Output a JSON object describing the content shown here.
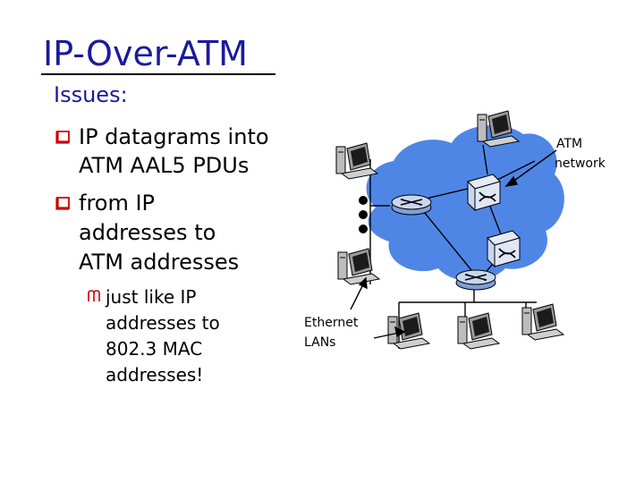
{
  "slide": {
    "title": "IP-Over-ATM",
    "issues_heading": "Issues:",
    "bullets": [
      {
        "lines": [
          "IP datagrams into",
          "ATM AAL5 PDUs"
        ]
      },
      {
        "lines": [
          "from IP",
          "addresses to",
          "ATM addresses"
        ]
      }
    ],
    "sub_bullet": {
      "lines": [
        "just like IP",
        "addresses to",
        "802.3 MAC",
        "addresses!"
      ]
    }
  },
  "diagram": {
    "atm_label_line1": "ATM",
    "atm_label_line2": "network",
    "ethernet_label_line1": "Ethernet",
    "ethernet_label_line2": "LANs"
  },
  "colors": {
    "title": "#1a1a9c",
    "bullet": "#cc0000",
    "cloud": "#4f86e6",
    "switch_fill": "#c9d6f0"
  },
  "icons": [
    "bullet-box-icon",
    "sub-bullet-icon",
    "computer-icon",
    "router-icon",
    "atm-switch-icon",
    "ellipsis-icon"
  ]
}
